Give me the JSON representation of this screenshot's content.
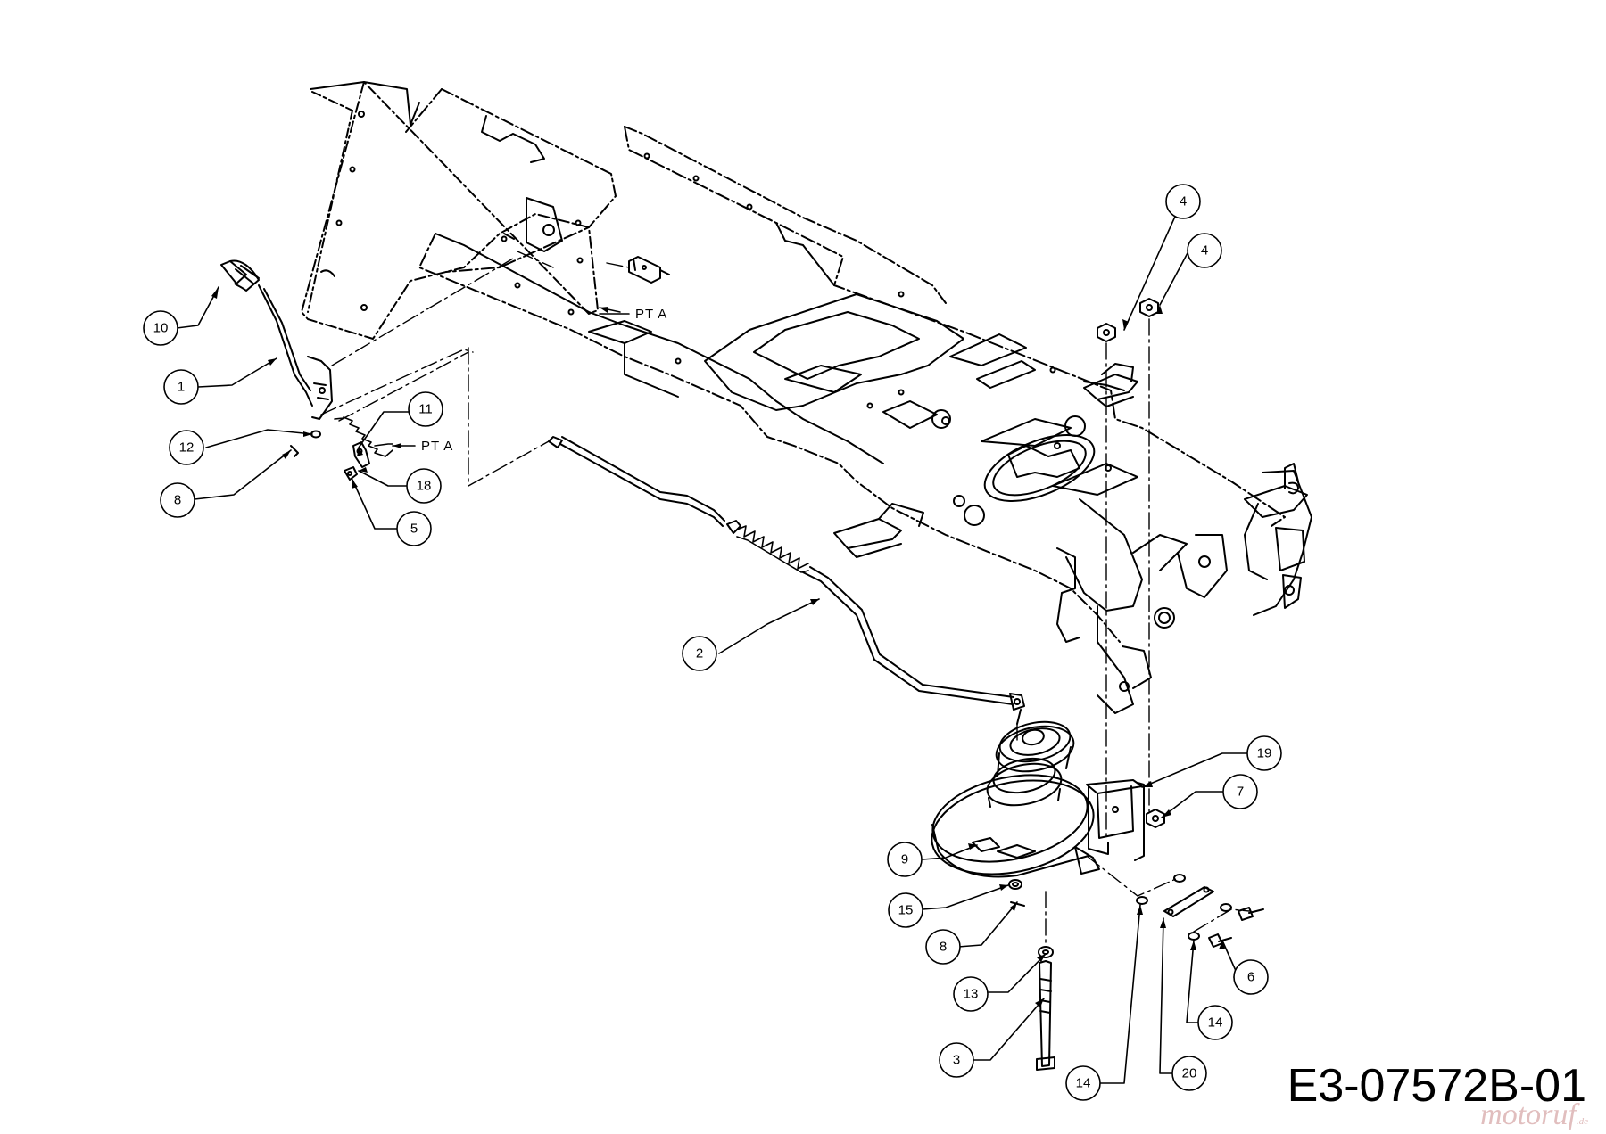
{
  "drawing": {
    "code": "E3-07572B-01",
    "watermark": "motoruf",
    "watermark_suffix": ".de",
    "pt_label": "PT A"
  },
  "callouts": [
    {
      "id": "c10",
      "label": "10"
    },
    {
      "id": "c1",
      "label": "1"
    },
    {
      "id": "c11",
      "label": "11"
    },
    {
      "id": "c12",
      "label": "12"
    },
    {
      "id": "c8a",
      "label": "8"
    },
    {
      "id": "c18",
      "label": "18"
    },
    {
      "id": "c5",
      "label": "5"
    },
    {
      "id": "c2",
      "label": "2"
    },
    {
      "id": "c4a",
      "label": "4"
    },
    {
      "id": "c4b",
      "label": "4"
    },
    {
      "id": "c19",
      "label": "19"
    },
    {
      "id": "c7",
      "label": "7"
    },
    {
      "id": "c9",
      "label": "9"
    },
    {
      "id": "c15",
      "label": "15"
    },
    {
      "id": "c8b",
      "label": "8"
    },
    {
      "id": "c13",
      "label": "13"
    },
    {
      "id": "c3",
      "label": "3"
    },
    {
      "id": "c6",
      "label": "6"
    },
    {
      "id": "c14a",
      "label": "14"
    },
    {
      "id": "c14b",
      "label": "14"
    },
    {
      "id": "c20",
      "label": "20"
    }
  ]
}
